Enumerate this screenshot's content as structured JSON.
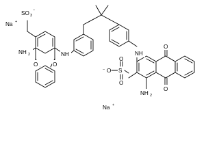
{
  "labels": {
    "na_left": "Na",
    "na_left_charge": "+",
    "na_right": "Na",
    "na_right_charge": "+",
    "so3_left": "SO",
    "so3_left_sub": "3",
    "so3_left_charge": "−",
    "so3_right_o": "O",
    "so3_right_charge": "−",
    "so3_right_s": "S",
    "so3_right_o2": "O",
    "so3_right_o3": "O",
    "nh2_left": "NH",
    "nh2_left_sub": "2",
    "nh2_right": "NH",
    "nh2_right_sub": "2",
    "nh_left": "NH",
    "nh_right": "NH",
    "o_left_1": "O",
    "o_left_2": "O",
    "o_right_1": "O",
    "o_right_2": "O"
  }
}
